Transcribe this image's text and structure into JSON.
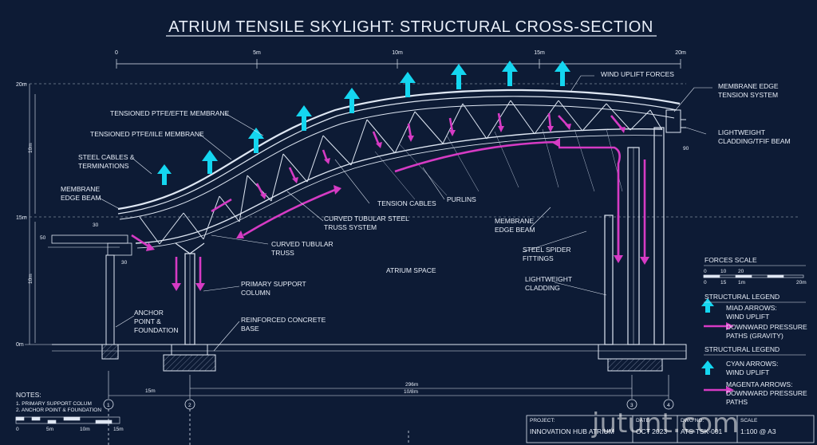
{
  "title": "ATRIUM TENSILE SKYLIGHT: STRUCTURAL CROSS-SECTION",
  "top_scale": [
    "0",
    "5m",
    "10m",
    "15m",
    "20m"
  ],
  "side_scale": [
    "20m",
    "15m",
    "0m"
  ],
  "callouts": {
    "wind_uplift": "WIND UPLIFT FORCES",
    "membrane_edge_tension": [
      "MEMBRANE EDGE",
      "TENSION SYSTEM"
    ],
    "ptfe_membrane": "TENSIONED PTFE/EFTE MEMBRANE",
    "ptfe_iile": "TENSIONED PTFE/IILE MEMBRANE",
    "steel_cables": [
      "STEEL CABLES &",
      "TERMINATIONS"
    ],
    "membrane_edge_beam_left": [
      "MEMBRANE",
      "EDGE BEAM"
    ],
    "lightweight_cladding_right": [
      "LIGHTWEIGHT",
      "CLADDING/TFIF BEAM"
    ],
    "tension_cables": "TENSION CABLES",
    "purlins": "PURLINS",
    "curved_truss_system": [
      "CURVED TUBULAR STEEL",
      "TRUSS SYSTEM"
    ],
    "curved_truss": [
      "CURVED TUBULAR",
      "TRUSS"
    ],
    "membrane_edge_beam_right": [
      "MEMBRANE",
      "EDGE BEAM"
    ],
    "steel_spider": [
      "STEEL SPIDER",
      "FITTINGS"
    ],
    "atrium_space": "ATRIUM SPACE",
    "lightweight_cladding": [
      "LIGHTWEIGHT",
      "CLADDING"
    ],
    "primary_support": [
      "PRIMARY SUPPORT",
      "COLUMN"
    ],
    "anchor_point": [
      "ANCHOR",
      "POINT &",
      "FOUNDATION"
    ],
    "reinforced_base": [
      "REINFORCED CONCRETE",
      "BASE"
    ]
  },
  "forces_scale": {
    "heading": "FORCES SCALE",
    "row1": [
      "0",
      "10",
      "20"
    ],
    "row2": [
      "0",
      "15",
      "1m",
      "20m"
    ]
  },
  "legend1": {
    "heading": "STRUCTURAL LEGEND",
    "cyan": [
      "MIAD ARROWS:",
      "WIND UPLIFT"
    ],
    "magenta": [
      "DOWNWARD PRESSURE",
      "PATHS (GRAVITY)"
    ]
  },
  "legend2": {
    "heading": "STRUCTURAL LEGEND",
    "cyan": [
      "CYAN ARROWS:",
      "WIND UPLIFT"
    ],
    "magenta": [
      "MAGENTA ARROWS:",
      "DOWNWARD PRESSURE",
      "PATHS"
    ]
  },
  "bottom_dims": {
    "d1": "15m",
    "d2": "296m",
    "d3": "10/8m"
  },
  "grid_markers": [
    "1",
    "2",
    "3",
    "4"
  ],
  "notes": {
    "heading": "NOTES:",
    "items": [
      "1. PRIMARY SUPPORT COLUM",
      "2. ANCHOR POINT & FOUNDATION"
    ],
    "scale": [
      "0",
      "5m",
      "10m",
      "15m"
    ]
  },
  "title_block": {
    "project_label": "PROJECT:",
    "project": "INNOVATION HUB ATRIUM",
    "date_label": "DATE",
    "date": "OCT 2023",
    "dwg_label": "DWG NO:",
    "dwg": "ATS-TSK-001",
    "scale_label": "SCALE",
    "scale": "1:100 @ A3"
  },
  "small_dims": {
    "left_v": "10m",
    "left_v2": "10m",
    "d30": "30",
    "d50": "50",
    "d90": "90",
    "d30b": "30"
  },
  "watermark": "jutunt.com",
  "colors": {
    "background": "#0d1b35",
    "line": "#dfe7f3",
    "cyan": "#14d6f0",
    "magenta": "#d63bc4"
  }
}
